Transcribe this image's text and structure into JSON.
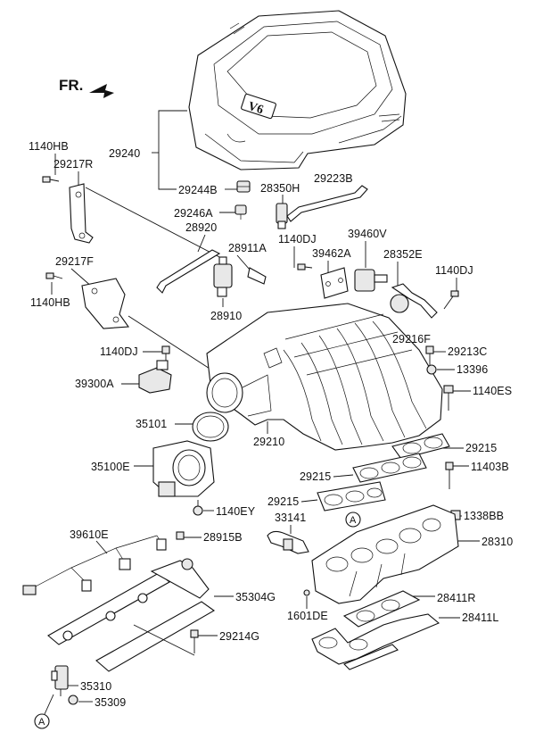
{
  "direction_label": "FR.",
  "emblem_text": "V6",
  "ref_marker": "A",
  "labels": {
    "p29240": "29240",
    "p29244B": "29244B",
    "p28350H": "28350H",
    "p29223B": "29223B",
    "p1140HB_top": "1140HB",
    "p29217R": "29217R",
    "p29246A": "29246A",
    "p28920": "28920",
    "p28911A": "28911A",
    "p1140DJ_mid": "1140DJ",
    "p39460V": "39460V",
    "p39462A": "39462A",
    "p28352E": "28352E",
    "p29217F": "29217F",
    "p1140DJ_right": "1140DJ",
    "p1140HB_left": "1140HB",
    "p28910": "28910",
    "p1140DJ_left": "1140DJ",
    "p29216F": "29216F",
    "p29213C": "29213C",
    "p13396": "13396",
    "p39300A": "39300A",
    "p1140ES": "1140ES",
    "p35101": "35101",
    "p29210": "29210",
    "p29215_a": "29215",
    "p35100E": "35100E",
    "p29215_b": "29215",
    "p11403B": "11403B",
    "p29215_c": "29215",
    "p1140EY": "1140EY",
    "p33141": "33141",
    "p1338BB": "1338BB",
    "p39610E": "39610E",
    "p28915B": "28915B",
    "p28310": "28310",
    "p35304G": "35304G",
    "p28411R": "28411R",
    "p1601DE": "1601DE",
    "p28411L": "28411L",
    "p29214G": "29214G",
    "p35310": "35310",
    "p35309": "35309"
  }
}
